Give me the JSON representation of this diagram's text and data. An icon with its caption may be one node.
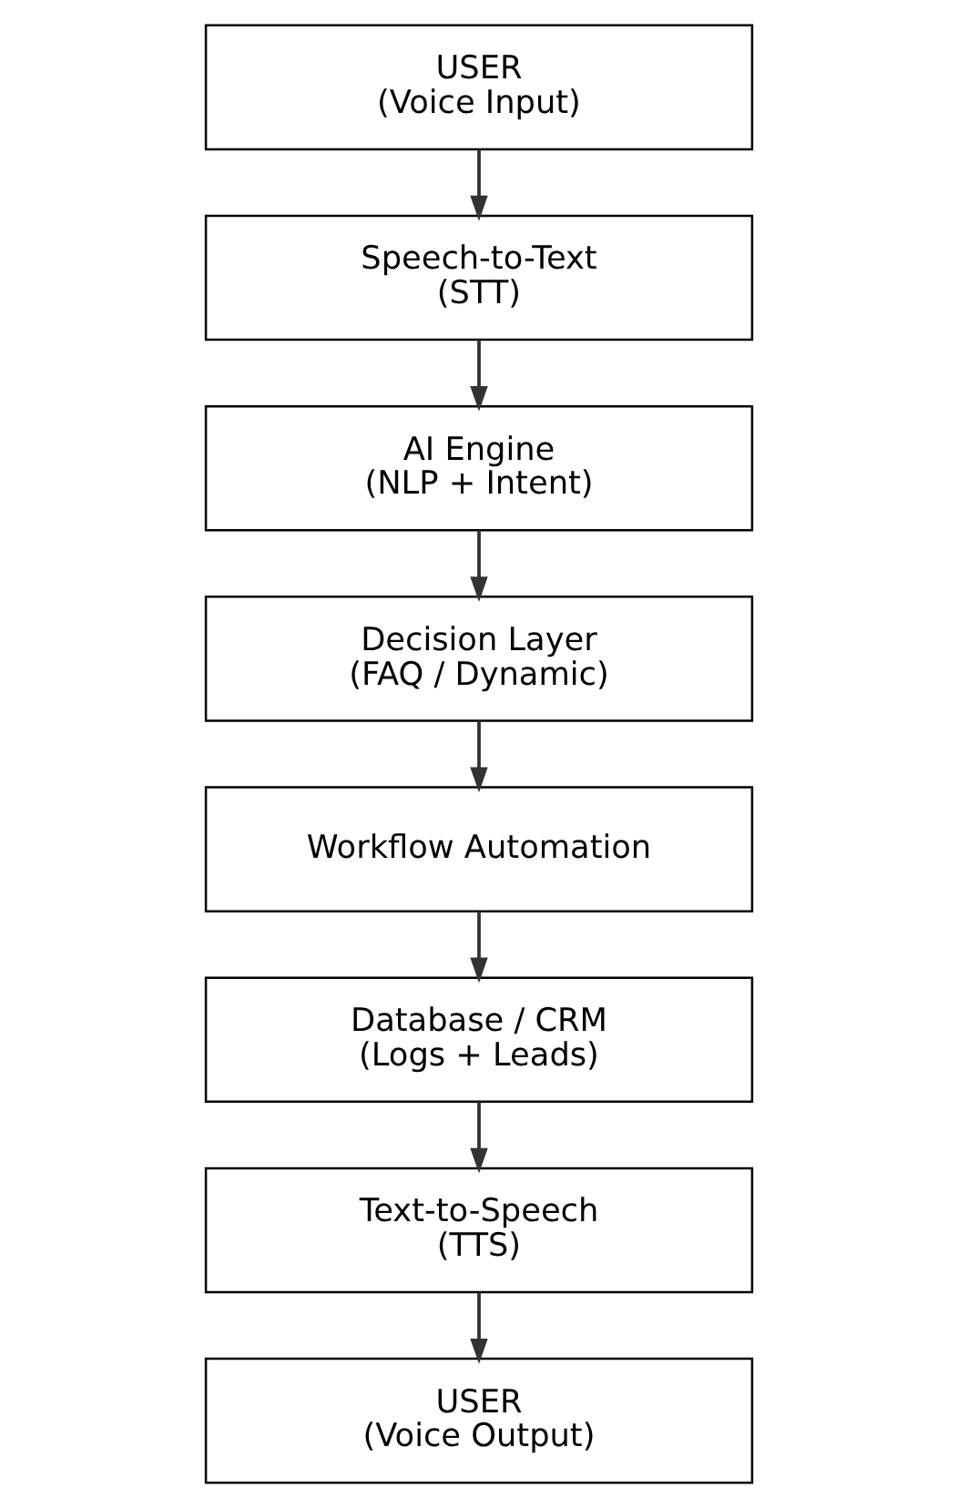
{
  "diagram": {
    "nodes": [
      {
        "text": [
          "USER",
          "(Voice Input)"
        ]
      },
      {
        "text": [
          "Speech-to-Text",
          "(STT)"
        ]
      },
      {
        "text": [
          "AI Engine",
          "(NLP + Intent)"
        ]
      },
      {
        "text": [
          "Decision Layer",
          "(FAQ / Dynamic)"
        ]
      },
      {
        "text": [
          "Workflow Automation"
        ]
      },
      {
        "text": [
          "Database / CRM",
          "(Logs + Leads)"
        ]
      },
      {
        "text": [
          "Text-to-Speech",
          "(TTS)"
        ]
      },
      {
        "text": [
          "USER",
          "(Voice Output)"
        ]
      }
    ],
    "edges": [
      {
        "from": 0,
        "to": 1,
        "arrow": "to"
      },
      {
        "from": 1,
        "to": 2,
        "arrow": "to"
      },
      {
        "from": 2,
        "to": 3,
        "arrow": "to"
      },
      {
        "from": 3,
        "to": 4,
        "arrow": "to"
      },
      {
        "from": 4,
        "to": 5,
        "arrow": "to"
      },
      {
        "from": 5,
        "to": 6,
        "arrow": "to"
      },
      {
        "from": 6,
        "to": 7,
        "arrow": "to"
      }
    ]
  }
}
